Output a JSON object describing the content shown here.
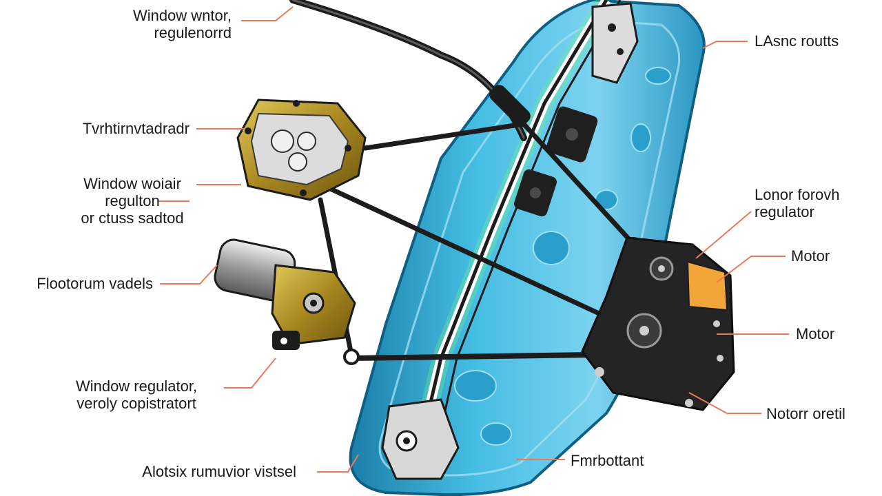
{
  "labels": {
    "window_motor_regulator": [
      "Window wntor,",
      "regulenorrd"
    ],
    "transmission_bracket": [
      "Tvrhtirnvtadradr"
    ],
    "window_regulator_cross": [
      "Window woiair",
      "regulton",
      "or ctuss sadtod"
    ],
    "floor_vehicle": [
      "Flootorum vadels"
    ],
    "window_regulator_velocity": [
      "Window regulator,",
      "veroly copistratort"
    ],
    "abstr_runner_vistsel": [
      "Alotsix rumuvior vistsel"
    ],
    "elastic_mounts": [
      "LAsnc routts"
    ],
    "lower_regulator": [
      "Lonor forovh",
      "regulator"
    ],
    "motor_top": [
      "Motor"
    ],
    "motor_mid": [
      "Motor"
    ],
    "motor_oretil": [
      "Notorr oretil"
    ],
    "frmbottant": [
      "Fmrbottant"
    ]
  },
  "colors": {
    "leader": "#e8795a",
    "panel": "#3fb5de",
    "panel_dark": "#1b7fa8",
    "panel_light": "#9fe0f2",
    "glow": "#6cf28c",
    "brass": "#b89a2a",
    "motor_body": "#2a2a2a",
    "cable": "#1c1c1c"
  }
}
